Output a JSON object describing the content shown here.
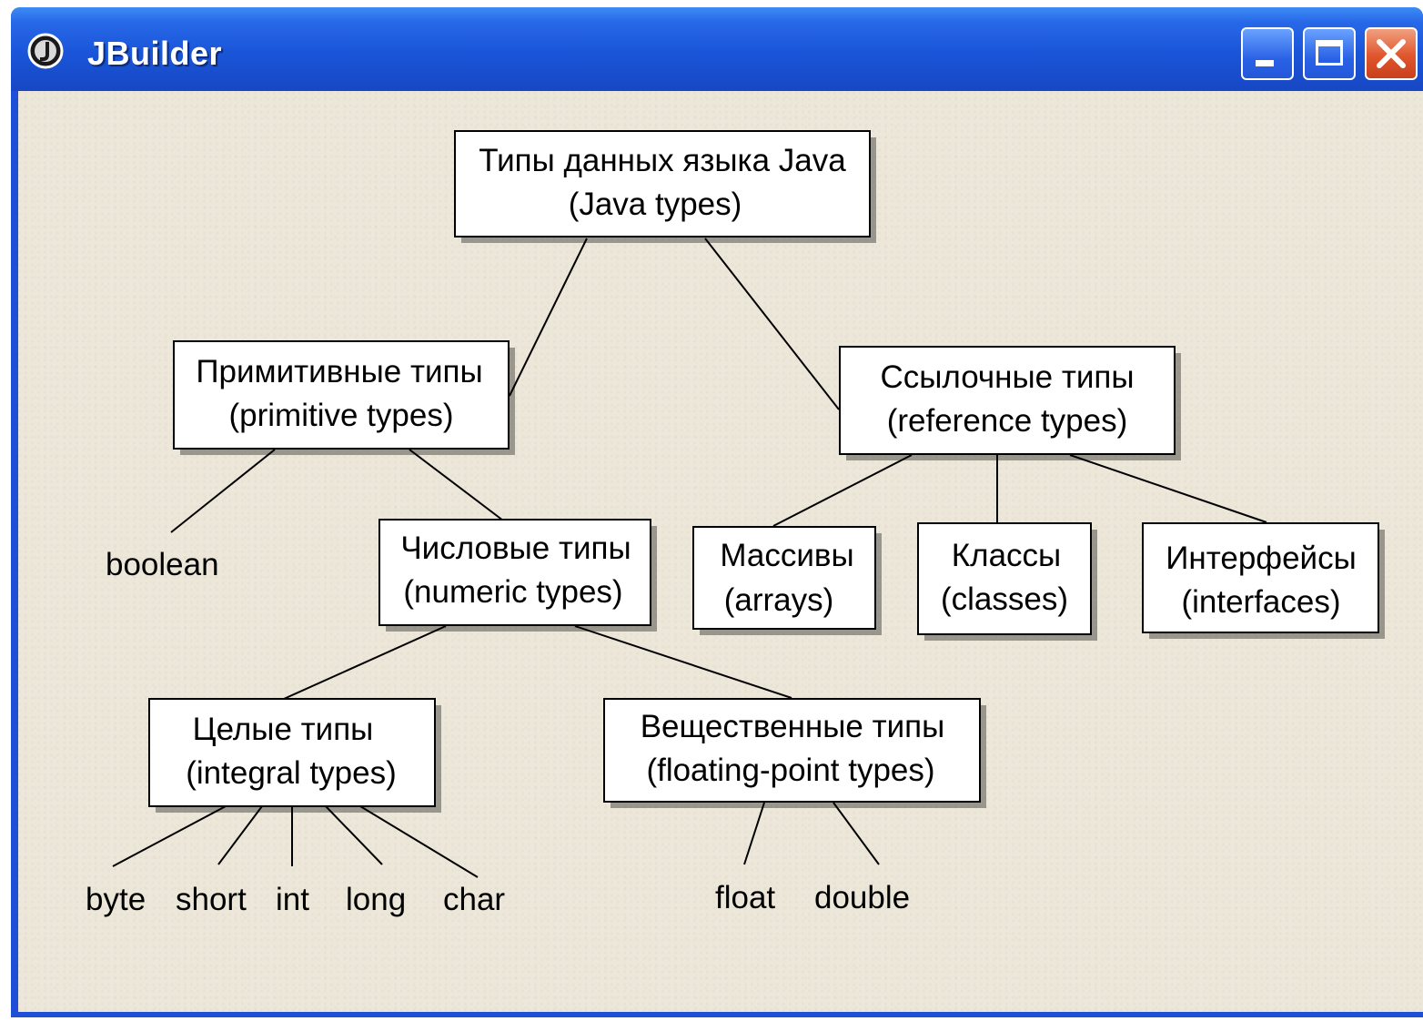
{
  "window": {
    "title": "JBuilder",
    "icon": "jbuilder-icon",
    "buttons": {
      "minimize": "minimize-icon",
      "maximize": "maximize-icon",
      "close": "close-icon"
    }
  },
  "diagram": {
    "root": {
      "line1": "Типы данных языка Java",
      "line2": "(Java types)"
    },
    "primitive": {
      "line1": "Примитивные типы",
      "line2": "(primitive types)"
    },
    "reference": {
      "line1": "Ссылочные  типы",
      "line2": "(reference types)"
    },
    "numeric": {
      "line1": "Числовые типы",
      "line2": "(numeric types)"
    },
    "arrays": {
      "line1": "Массивы",
      "line2": "(arrays)"
    },
    "classes": {
      "line1": "Классы",
      "line2": "(classes)"
    },
    "interfaces": {
      "line1": "Интерфейсы",
      "line2": "(interfaces)"
    },
    "integral": {
      "line1": "Целые типы",
      "line2": "(integral types)"
    },
    "floating": {
      "line1": "Вещественные типы",
      "line2": "(floating-point types)"
    },
    "leaves": {
      "boolean": "boolean",
      "byte": "byte",
      "short": "short",
      "int": "int",
      "long": "long",
      "char": "char",
      "float": "float",
      "double": "double"
    }
  }
}
